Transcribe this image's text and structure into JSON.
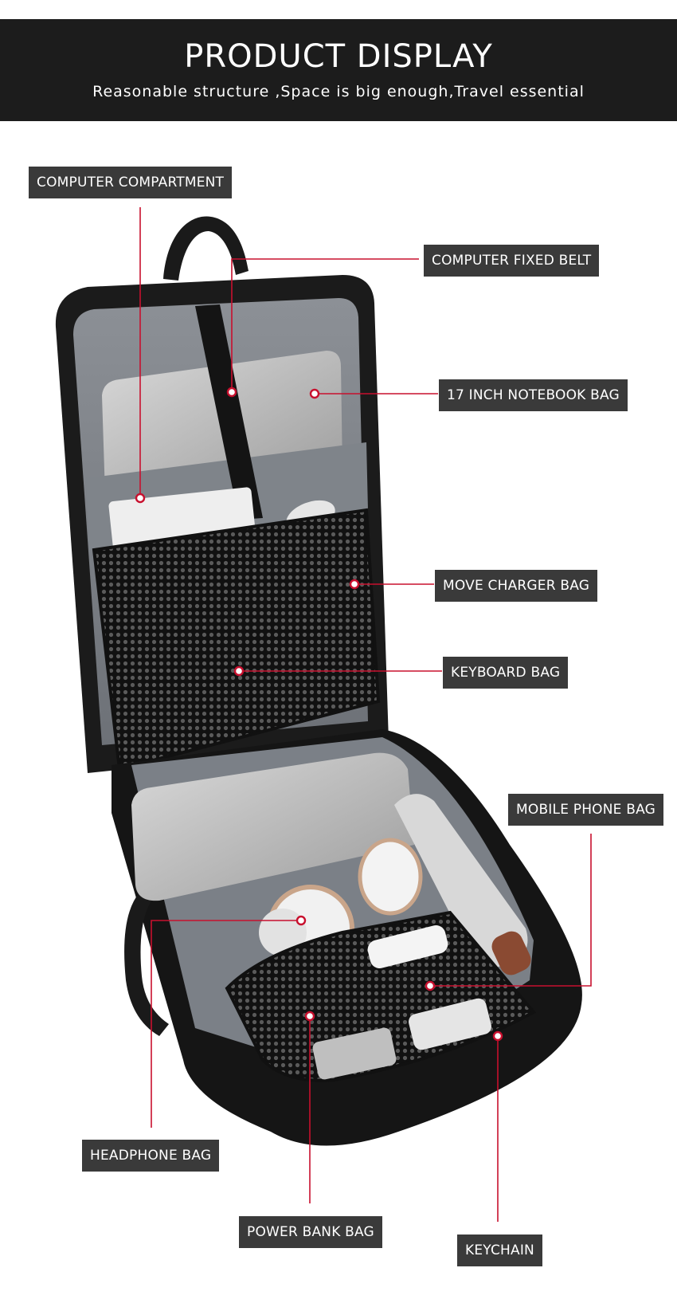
{
  "header": {
    "title": "PRODUCT DISPLAY",
    "subtitle": "Reasonable structure ,Space is big enough,Travel essential"
  },
  "callouts": {
    "computer_compartment": "COMPUTER COMPARTMENT",
    "computer_fixed_belt": "COMPUTER FIXED BELT",
    "notebook_bag": "17 INCH NOTEBOOK BAG",
    "move_charger_bag": "MOVE CHARGER BAG",
    "keyboard_bag": "KEYBOARD BAG",
    "mobile_phone_bag": "MOBILE PHONE BAG",
    "headphone_bag": "HEADPHONE BAG",
    "power_bank_bag": "POWER BANK BAG",
    "keychain": "KEYCHAIN"
  },
  "colors": {
    "header_bg": "#1c1c1c",
    "label_bg": "#3a3a3a",
    "leader_line": "#c8102e"
  }
}
